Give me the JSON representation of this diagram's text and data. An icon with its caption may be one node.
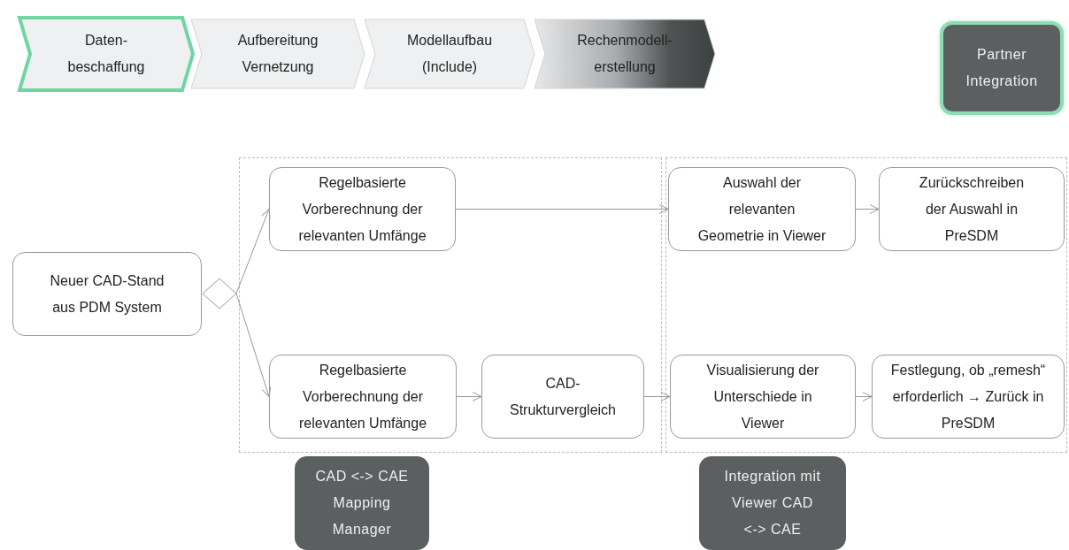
{
  "diagram": {
    "nodes": [
      {
        "text": [
          "Daten- beschaffung"
        ]
      },
      {
        "text": [
          "Aufbereitung Vernetzung"
        ]
      },
      {
        "text": [
          "Modellaufbau (Include)"
        ]
      },
      {
        "text": [
          "Rechenmodell- erstellung"
        ]
      },
      {
        "text": [
          "Partner Integration"
        ]
      },
      {
        "text": [
          "Neuer CAD-Stand aus PDM System"
        ]
      },
      {
        "text": [],
        "shape": "diamond"
      },
      {
        "text": [],
        "shape": "box"
      },
      {
        "text": [
          "Regelbasierte Vorberechnung der relevanten Umfänge"
        ],
        "in": 7
      },
      {
        "text": [
          "Regelbasierte Vorberechnung der relevanten Umfänge"
        ],
        "in": 7
      },
      {
        "text": [
          "CAD- Strukturvergleich"
        ],
        "in": 7
      },
      {
        "text": [],
        "shape": "box"
      },
      {
        "text": [
          "Auswahl der relevanten Geometrie in Viewer"
        ],
        "in": 11
      },
      {
        "text": [
          "Zurückschreiben der Auswahl in PreSDM"
        ],
        "in": 11
      },
      {
        "text": [
          "Visualisierung der Unterschiede in Viewer"
        ],
        "in": 11
      },
      {
        "text": [
          "Festlegung, ob „remesh“ erforderlich → Zurück in PreSDM"
        ],
        "in": 11
      },
      {
        "text": [
          "CAD <-> CAE Mapping Manager"
        ]
      },
      {
        "text": [
          "Integration mit Viewer CAD <-> CAE"
        ]
      }
    ],
    "edges": [
      {
        "from": 6,
        "to": 8,
        "arrow": "to"
      },
      {
        "from": 6,
        "to": 9,
        "arrow": "to"
      },
      {
        "from": 8,
        "to": 12,
        "arrow": "to"
      },
      {
        "from": 9,
        "to": 10,
        "arrow": "to"
      },
      {
        "from": 10,
        "to": 14,
        "arrow": "to"
      },
      {
        "from": 12,
        "to": 13,
        "arrow": "to"
      },
      {
        "from": 14,
        "to": 15,
        "arrow": "to"
      }
    ]
  }
}
